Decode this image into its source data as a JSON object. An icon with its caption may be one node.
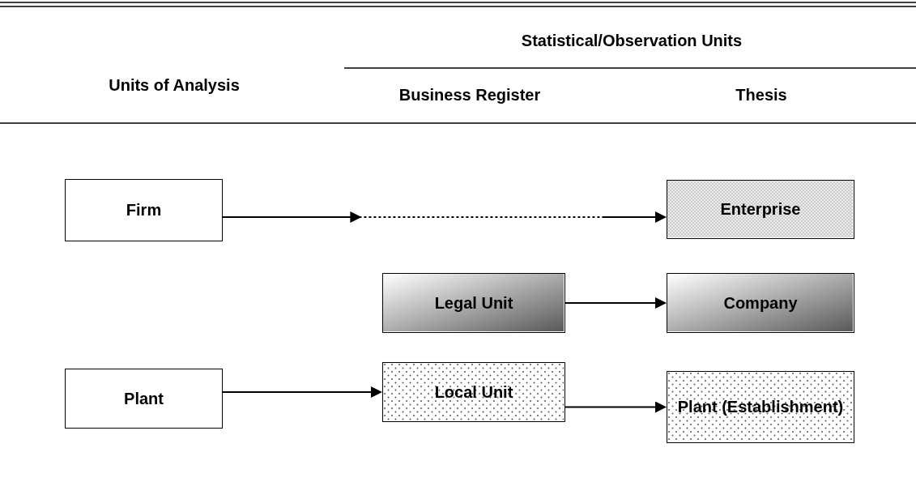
{
  "diagram": {
    "nodes": [
      {
        "text": [
          "Firm"
        ]
      },
      {
        "text": [
          "Enterprise"
        ]
      },
      {
        "text": [
          "Legal Unit"
        ]
      },
      {
        "text": [
          "Company"
        ]
      },
      {
        "text": [
          "Plant"
        ]
      },
      {
        "text": [
          "Local Unit"
        ]
      },
      {
        "text": [
          "Plant (Establishment)"
        ]
      }
    ],
    "edges": [
      {
        "from": 0,
        "to": 1,
        "arrow": "to",
        "style": "dashed"
      },
      {
        "from": 2,
        "to": 3,
        "arrow": "to"
      },
      {
        "from": 4,
        "to": 5,
        "arrow": "to"
      },
      {
        "from": 5,
        "to": 6,
        "arrow": "to"
      }
    ],
    "labels": [
      "Units of Analysis",
      "Statistical/Observation Units",
      "Business Register",
      "Thesis"
    ]
  }
}
